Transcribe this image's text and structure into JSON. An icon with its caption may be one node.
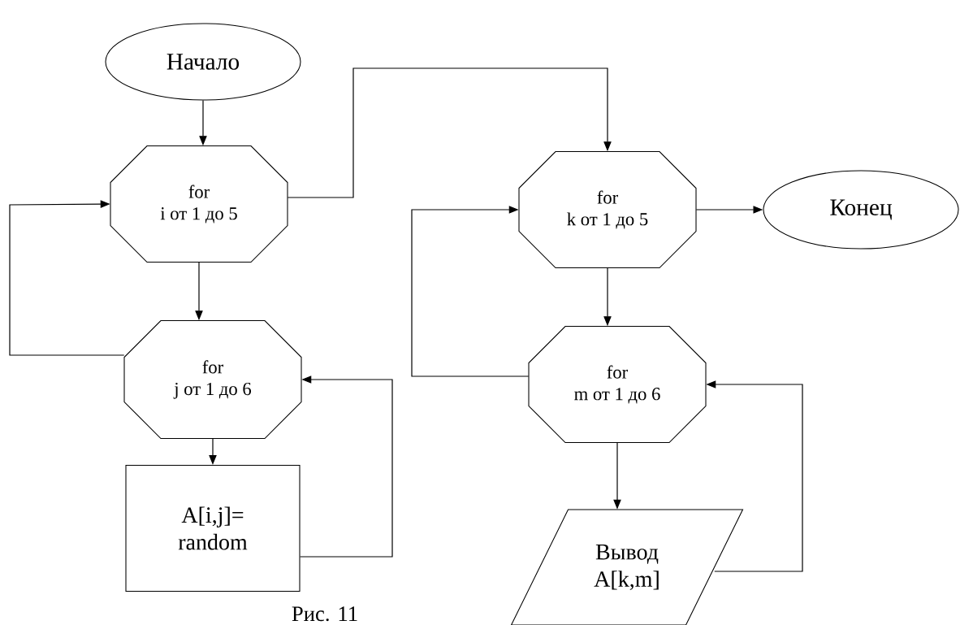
{
  "diagram": {
    "caption": "Рис. 11",
    "nodes": [
      {
        "text": [
          "Начало"
        ]
      },
      {
        "text": [
          "for",
          "i от 1 до 5"
        ]
      },
      {
        "text": [
          "for",
          "j от 1 до 6"
        ]
      },
      {
        "text": [
          "A[i,j]= random"
        ]
      },
      {
        "text": [
          "for",
          "k от 1 до 5"
        ]
      },
      {
        "text": [
          "Конец"
        ]
      },
      {
        "text": [
          "for",
          "m от 1 до 6"
        ]
      },
      {
        "text": [
          "Вывод A[k,m]"
        ]
      }
    ],
    "edges": [
      {
        "from": 0,
        "to": 1,
        "arrow": "to"
      },
      {
        "from": 1,
        "to": 4,
        "arrow": "to"
      },
      {
        "from": 1,
        "to": 2,
        "arrow": "to"
      },
      {
        "from": 2,
        "to": 3,
        "arrow": "to"
      },
      {
        "from": 3,
        "to": 2,
        "arrow": "to"
      },
      {
        "from": 2,
        "to": 1,
        "arrow": "to"
      },
      {
        "from": 4,
        "to": 5,
        "arrow": "to"
      },
      {
        "from": 4,
        "to": 6,
        "arrow": "to"
      },
      {
        "from": 6,
        "to": 7,
        "arrow": "to"
      },
      {
        "from": 7,
        "to": 6,
        "arrow": "to"
      },
      {
        "from": 6,
        "to": 4,
        "arrow": "to"
      }
    ]
  }
}
